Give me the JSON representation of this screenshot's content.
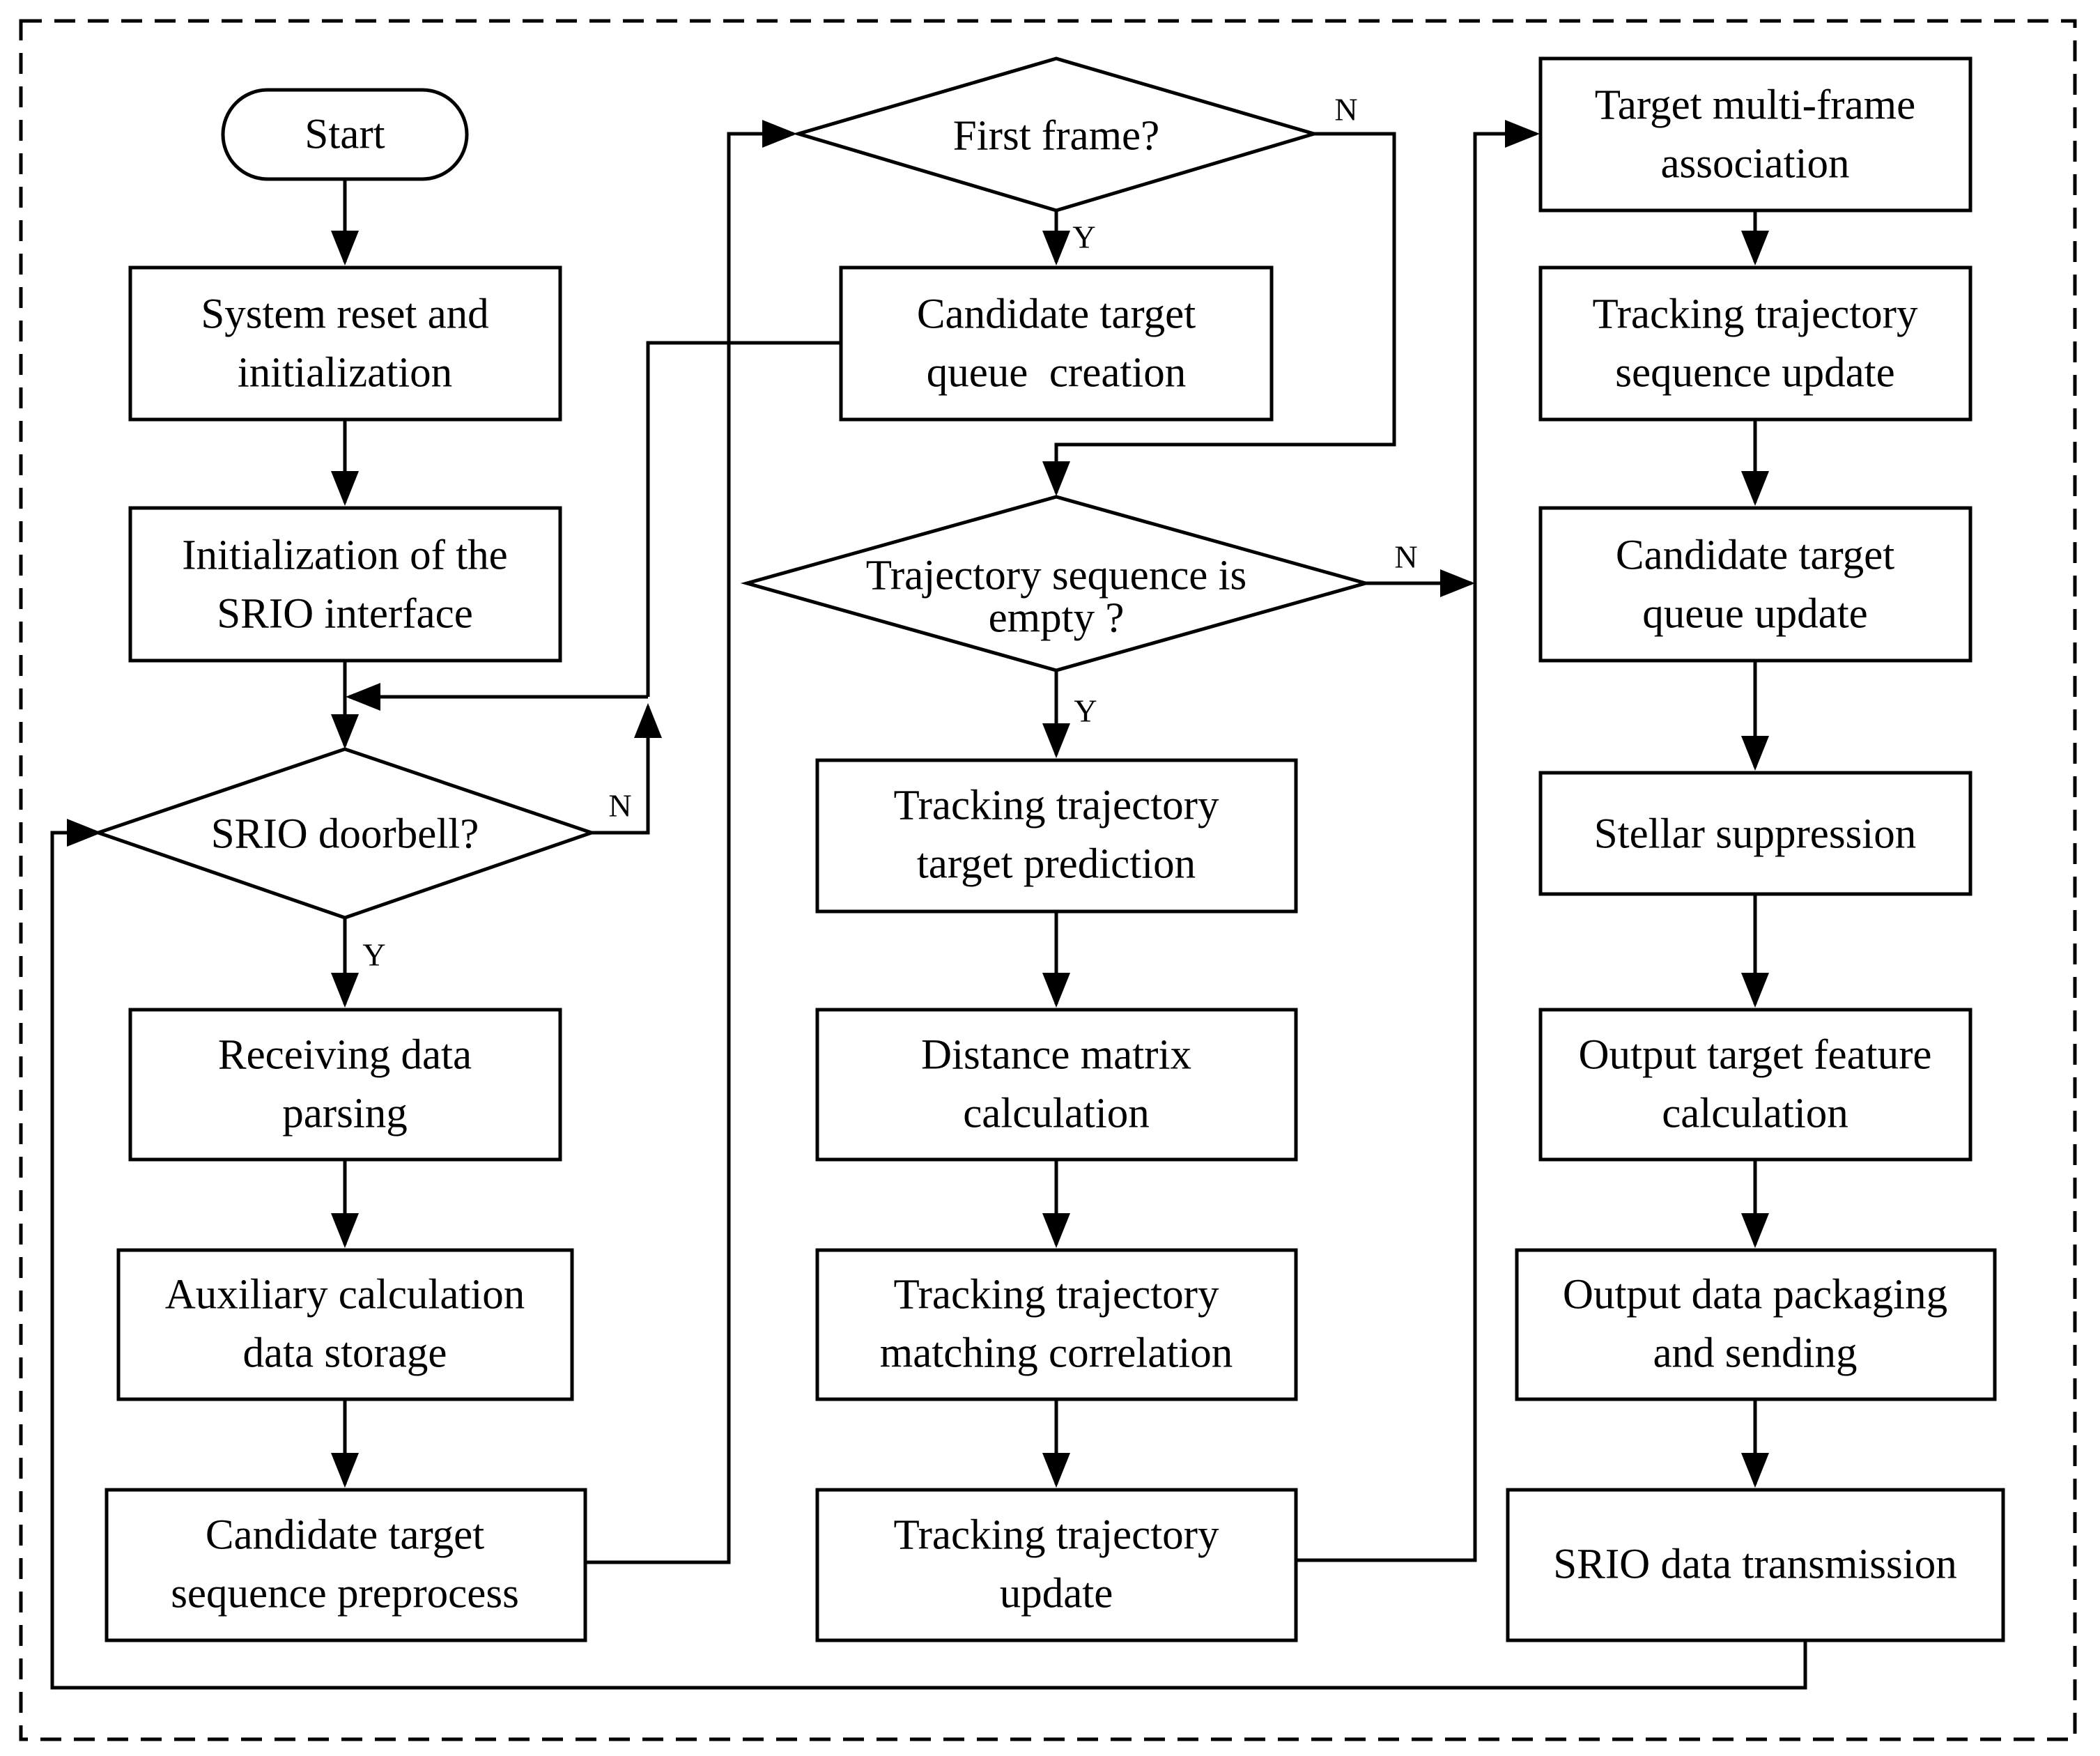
{
  "nodes": {
    "start": [
      "Start"
    ],
    "system_reset": [
      "System reset and",
      "initialization"
    ],
    "srio_init": [
      "Initialization of the",
      "SRIO interface"
    ],
    "doorbell": [
      "SRIO doorbell?"
    ],
    "receiving": [
      "Receiving data",
      "parsing"
    ],
    "auxiliary": [
      "Auxiliary calculation",
      "data storage"
    ],
    "candidate_preprocess": [
      "Candidate target",
      "sequence preprocess"
    ],
    "first_frame": [
      "First frame?"
    ],
    "candidate_creation": [
      "Candidate target",
      "queue  creation"
    ],
    "traj_empty": [
      "Trajectory sequence is",
      "empty ?"
    ],
    "target_prediction": [
      "Tracking trajectory",
      "target prediction"
    ],
    "distance_matrix": [
      "Distance matrix",
      "calculation"
    ],
    "matching": [
      "Tracking trajectory",
      "matching correlation"
    ],
    "traj_update": [
      "Tracking trajectory",
      "update"
    ],
    "multi_frame": [
      "Target multi-frame",
      "association"
    ],
    "seq_update": [
      "Tracking trajectory",
      "sequence update"
    ],
    "queue_update": [
      "Candidate target",
      "queue update"
    ],
    "stellar": [
      "Stellar suppression"
    ],
    "feature": [
      "Output target feature",
      "calculation"
    ],
    "packaging": [
      "Output data packaging",
      "and sending"
    ],
    "transmission": [
      "SRIO data transmission"
    ]
  },
  "branch_labels": {
    "doorbell_no": "N",
    "doorbell_yes": "Y",
    "first_frame_no": "N",
    "first_frame_yes": "Y",
    "traj_empty_no": "N",
    "traj_empty_yes": "Y"
  },
  "colors": {
    "stroke": "#000000",
    "fill": "#ffffff",
    "background": "#ffffff"
  }
}
